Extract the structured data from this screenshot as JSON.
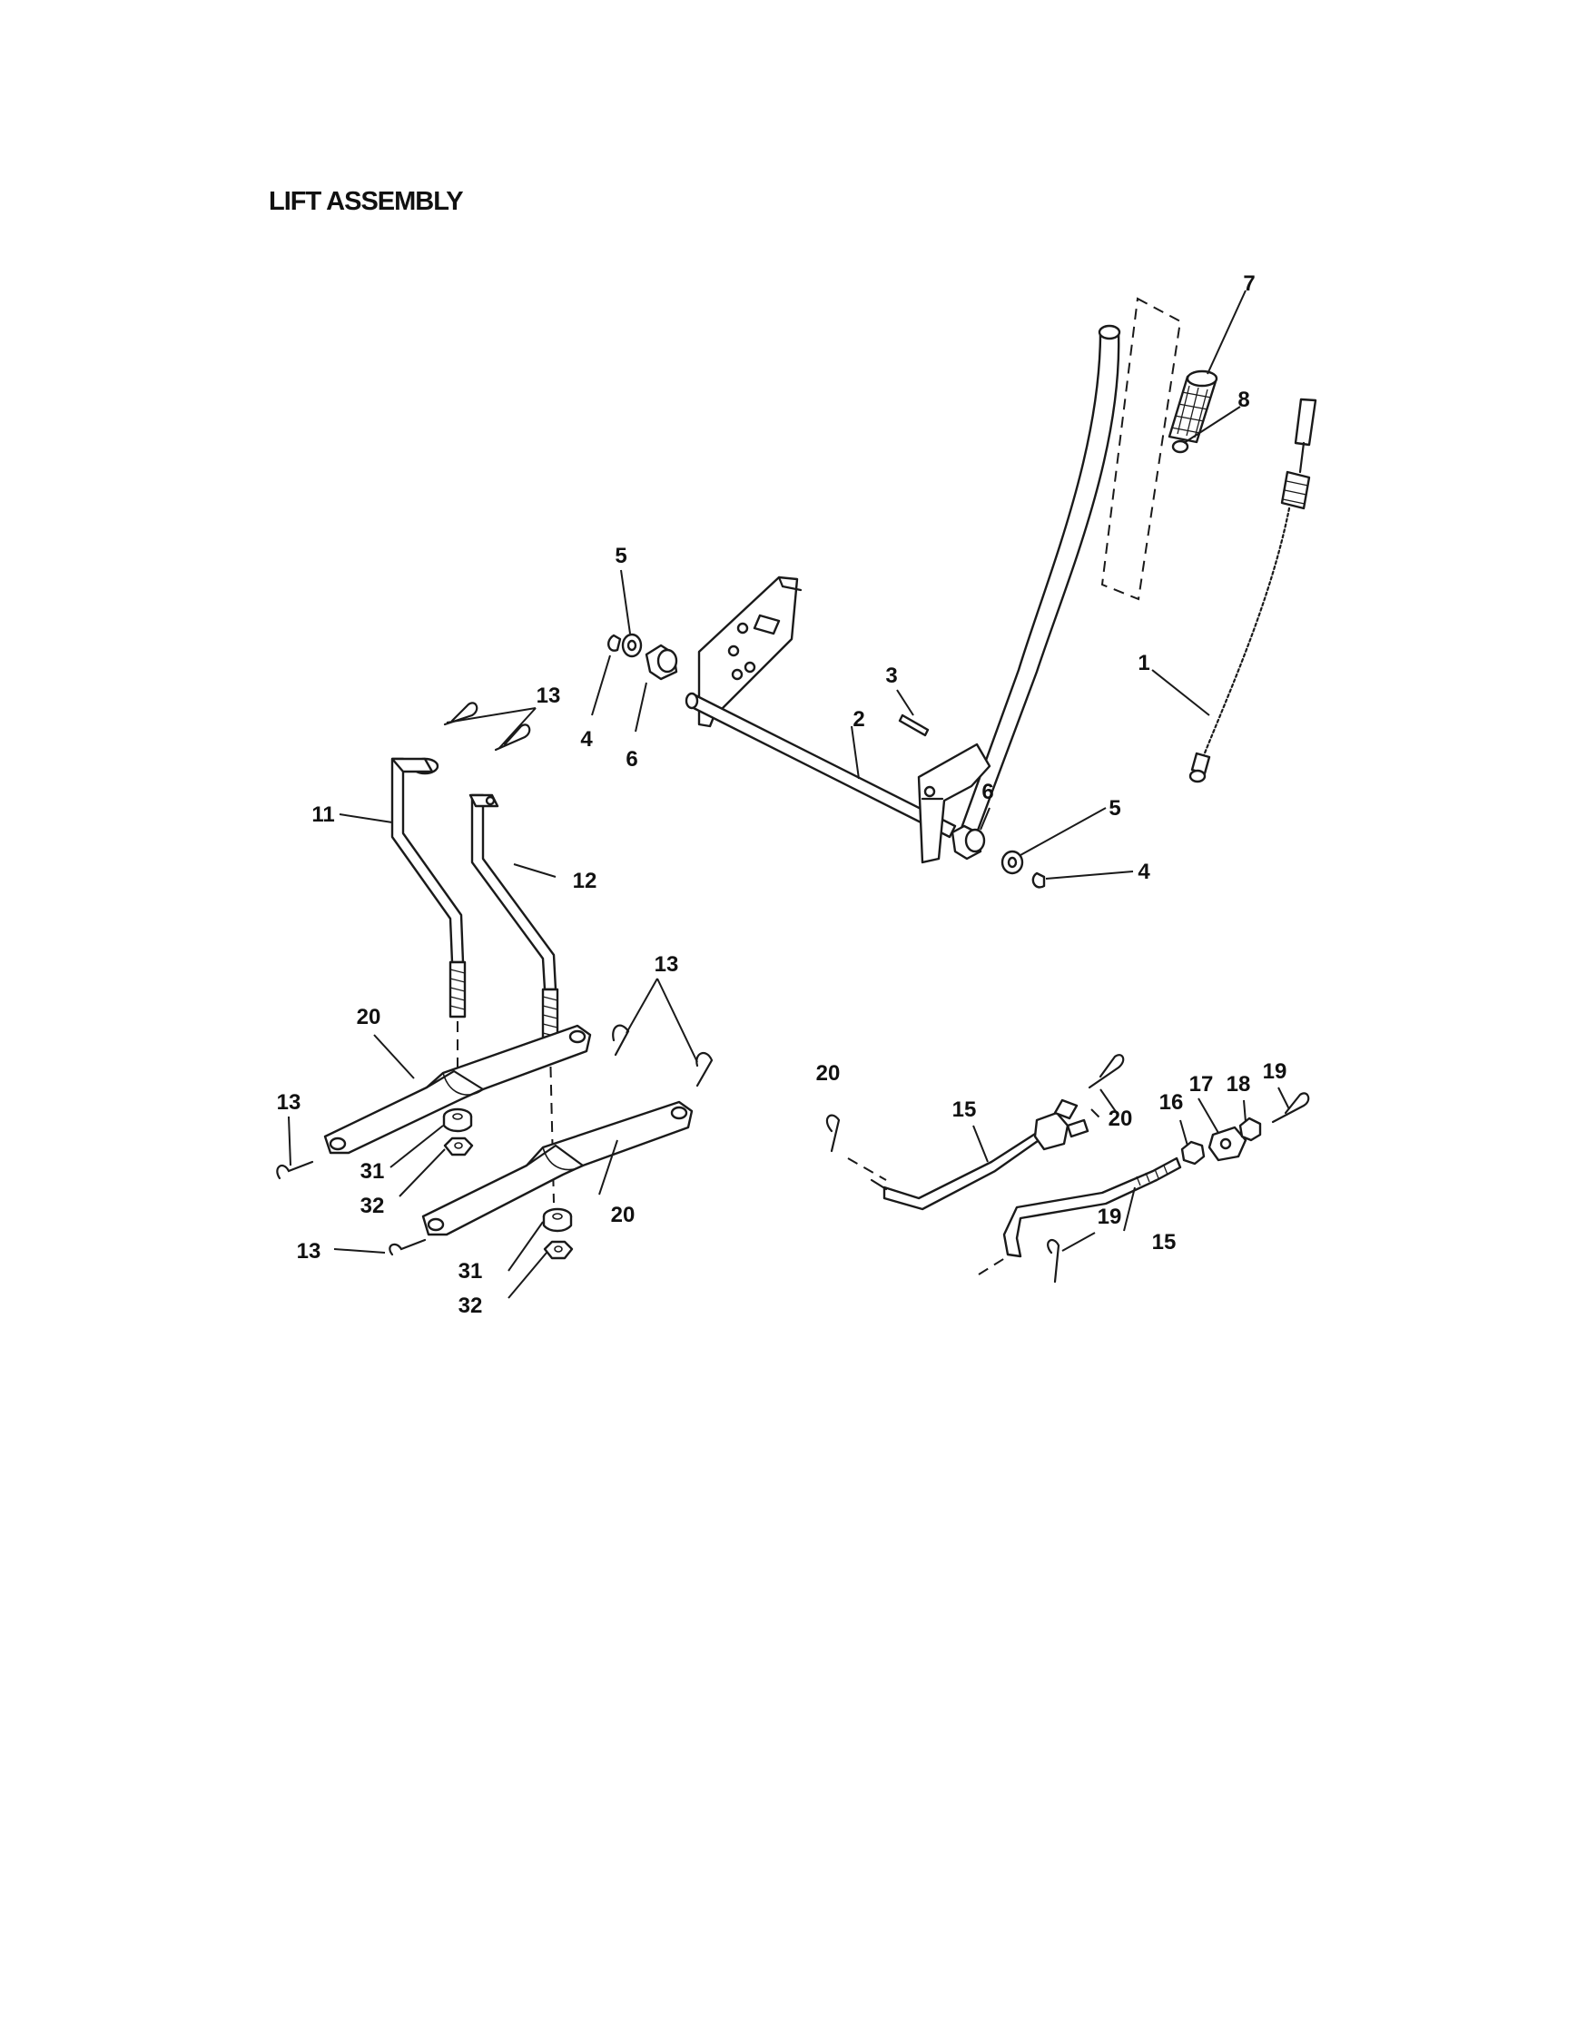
{
  "title": "LIFT ASSEMBLY",
  "callouts": [
    {
      "id": "c1",
      "text": "1"
    },
    {
      "id": "c2",
      "text": "2"
    },
    {
      "id": "c3",
      "text": "3"
    },
    {
      "id": "c4a",
      "text": "4"
    },
    {
      "id": "c4b",
      "text": "4"
    },
    {
      "id": "c5a",
      "text": "5"
    },
    {
      "id": "c5b",
      "text": "5"
    },
    {
      "id": "c6a",
      "text": "6"
    },
    {
      "id": "c6b",
      "text": "6"
    },
    {
      "id": "c7",
      "text": "7"
    },
    {
      "id": "c8",
      "text": "8"
    },
    {
      "id": "c11",
      "text": "11"
    },
    {
      "id": "c12",
      "text": "12"
    },
    {
      "id": "c13a",
      "text": "13"
    },
    {
      "id": "c13b",
      "text": "13"
    },
    {
      "id": "c13c",
      "text": "13"
    },
    {
      "id": "c13d",
      "text": "13"
    },
    {
      "id": "c15a",
      "text": "15"
    },
    {
      "id": "c15b",
      "text": "15"
    },
    {
      "id": "c16",
      "text": "16"
    },
    {
      "id": "c17",
      "text": "17"
    },
    {
      "id": "c18",
      "text": "18"
    },
    {
      "id": "c19a",
      "text": "19"
    },
    {
      "id": "c19b",
      "text": "19"
    },
    {
      "id": "c20a",
      "text": "20"
    },
    {
      "id": "c20b",
      "text": "20"
    },
    {
      "id": "c20c",
      "text": "20"
    },
    {
      "id": "c20d",
      "text": "20"
    },
    {
      "id": "c31a",
      "text": "31"
    },
    {
      "id": "c31b",
      "text": "31"
    },
    {
      "id": "c32a",
      "text": "32"
    },
    {
      "id": "c32b",
      "text": "32"
    }
  ]
}
